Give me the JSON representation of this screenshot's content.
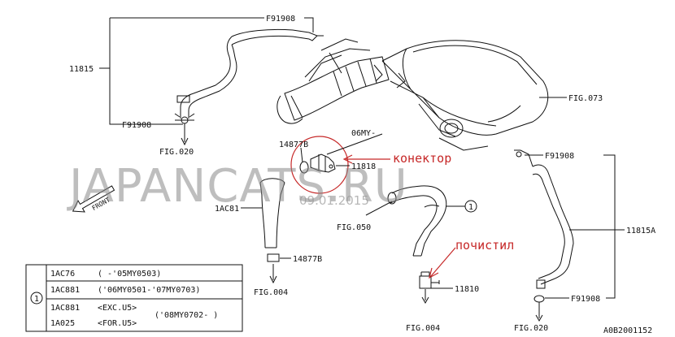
{
  "labels": {
    "top_f91908": "F91908",
    "hose_11815": "11815",
    "left_f91908": "F91908",
    "fig020_left": "FIG.020",
    "fig073": "FIG.073",
    "my06": "06MY-",
    "p14877b_top": "14877B",
    "p11818": "11818",
    "right_f91908_top": "F91908",
    "hose_11815a": "11815A",
    "p1ac81": "1AC81",
    "fig050": "FIG.050",
    "callout_1": "1",
    "p14877b_bottom": "14877B",
    "p11810": "11810",
    "fig004_left": "FIG.004",
    "fig004_right": "FIG.004",
    "right_f91908_bottom": "F91908",
    "fig020_right": "FIG.020",
    "front": "FRONT",
    "diagram_code": "A0B2001152"
  },
  "annotations": {
    "connector": "конектор",
    "cleaned": "почистил"
  },
  "watermark": {
    "text": "JAPANCATS.RU",
    "date": "09.01.2015"
  },
  "legend": {
    "key": "1",
    "rows": [
      {
        "part": "1AC76",
        "range": "( -'05MY0503)"
      },
      {
        "part": "1AC881",
        "range": "('06MY0501-'07MY0703)"
      },
      {
        "part": "1AC881",
        "range": "<EXC.U5>"
      },
      {
        "part": "1A025",
        "range": "<FOR.U5>"
      }
    ],
    "shared_range": "('08MY0702- )"
  },
  "colors": {
    "ink": "#111111",
    "annotation_red": "#c62828",
    "watermark": "#8a8a8a"
  }
}
